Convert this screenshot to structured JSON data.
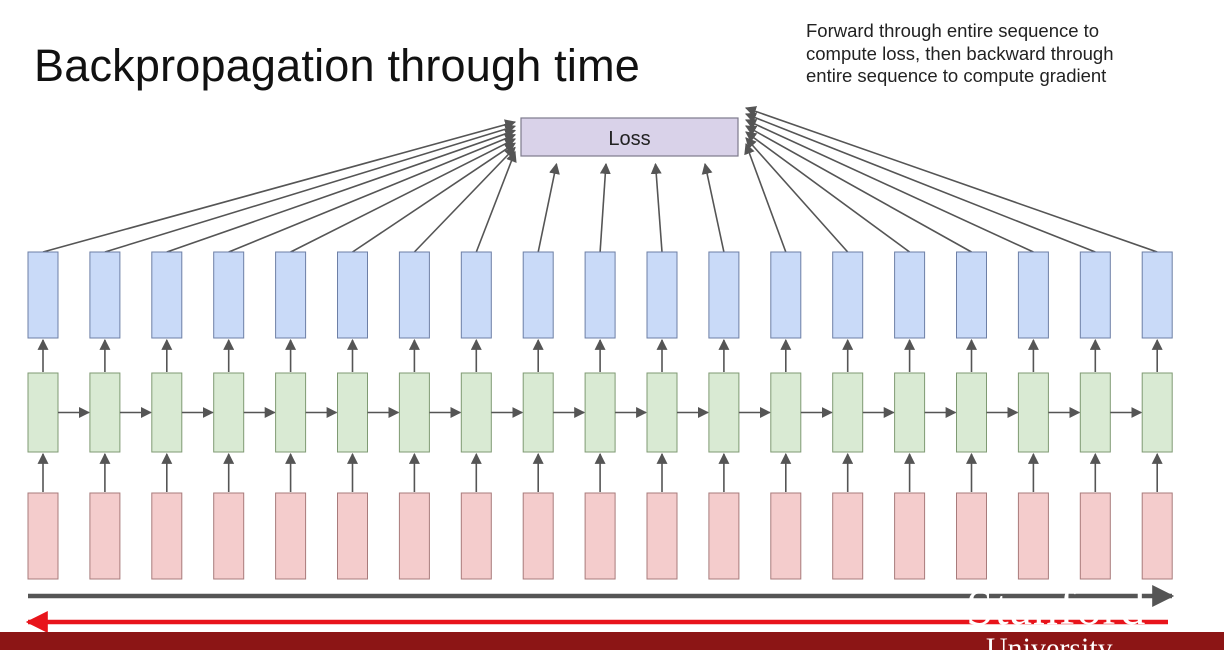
{
  "slide": {
    "title": "Backpropagation through time",
    "note_lines": [
      "Forward through entire sequence to",
      "compute loss, then backward through",
      "entire sequence to compute gradient"
    ]
  },
  "diagram": {
    "loss_label": "Loss",
    "timesteps": 19,
    "colors": {
      "output_fill": "#c9daf8",
      "output_stroke": "#6d7fa6",
      "hidden_fill": "#d9ead3",
      "hidden_stroke": "#7f9a73",
      "input_fill": "#f4cccc",
      "input_stroke": "#a87b7b",
      "loss_fill": "#d9d2e9",
      "loss_stroke": "#7d7a8c",
      "arrow": "#555555",
      "forward_arrow": "#555555",
      "backward_arrow": "#e8141b"
    }
  },
  "footer": {
    "logo_word": "Stanford",
    "logo_sub": "University",
    "bar_color": "#8c1515"
  }
}
